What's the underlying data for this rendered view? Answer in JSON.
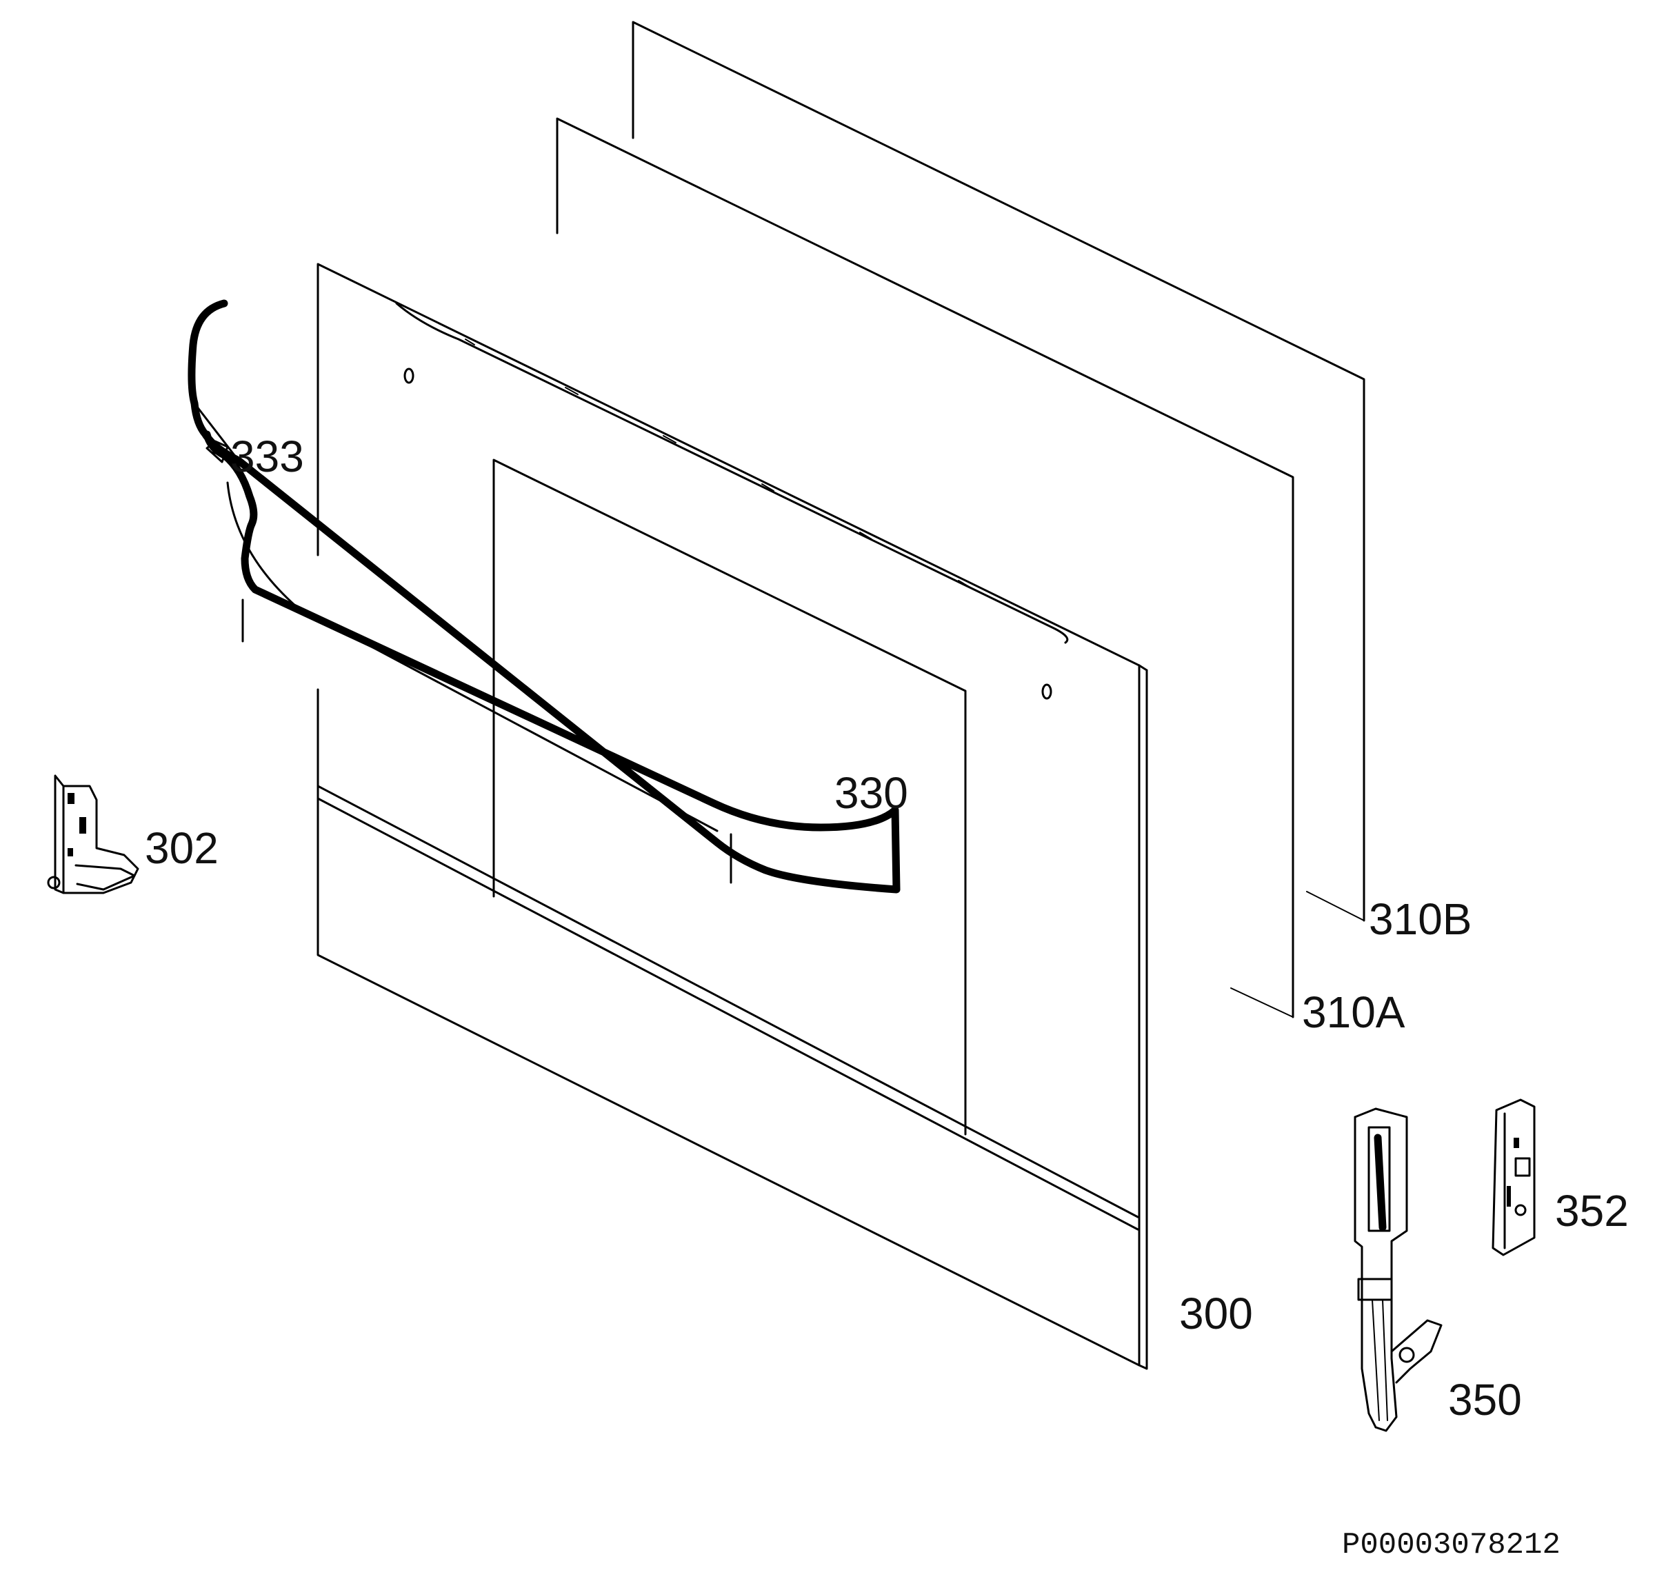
{
  "diagram": {
    "part_labels": {
      "p333": "333",
      "p302": "302",
      "p330": "330",
      "p310B": "310B",
      "p310A": "310A",
      "p300": "300",
      "p352": "352",
      "p350": "350"
    },
    "drawing_code": "P00003078212"
  }
}
